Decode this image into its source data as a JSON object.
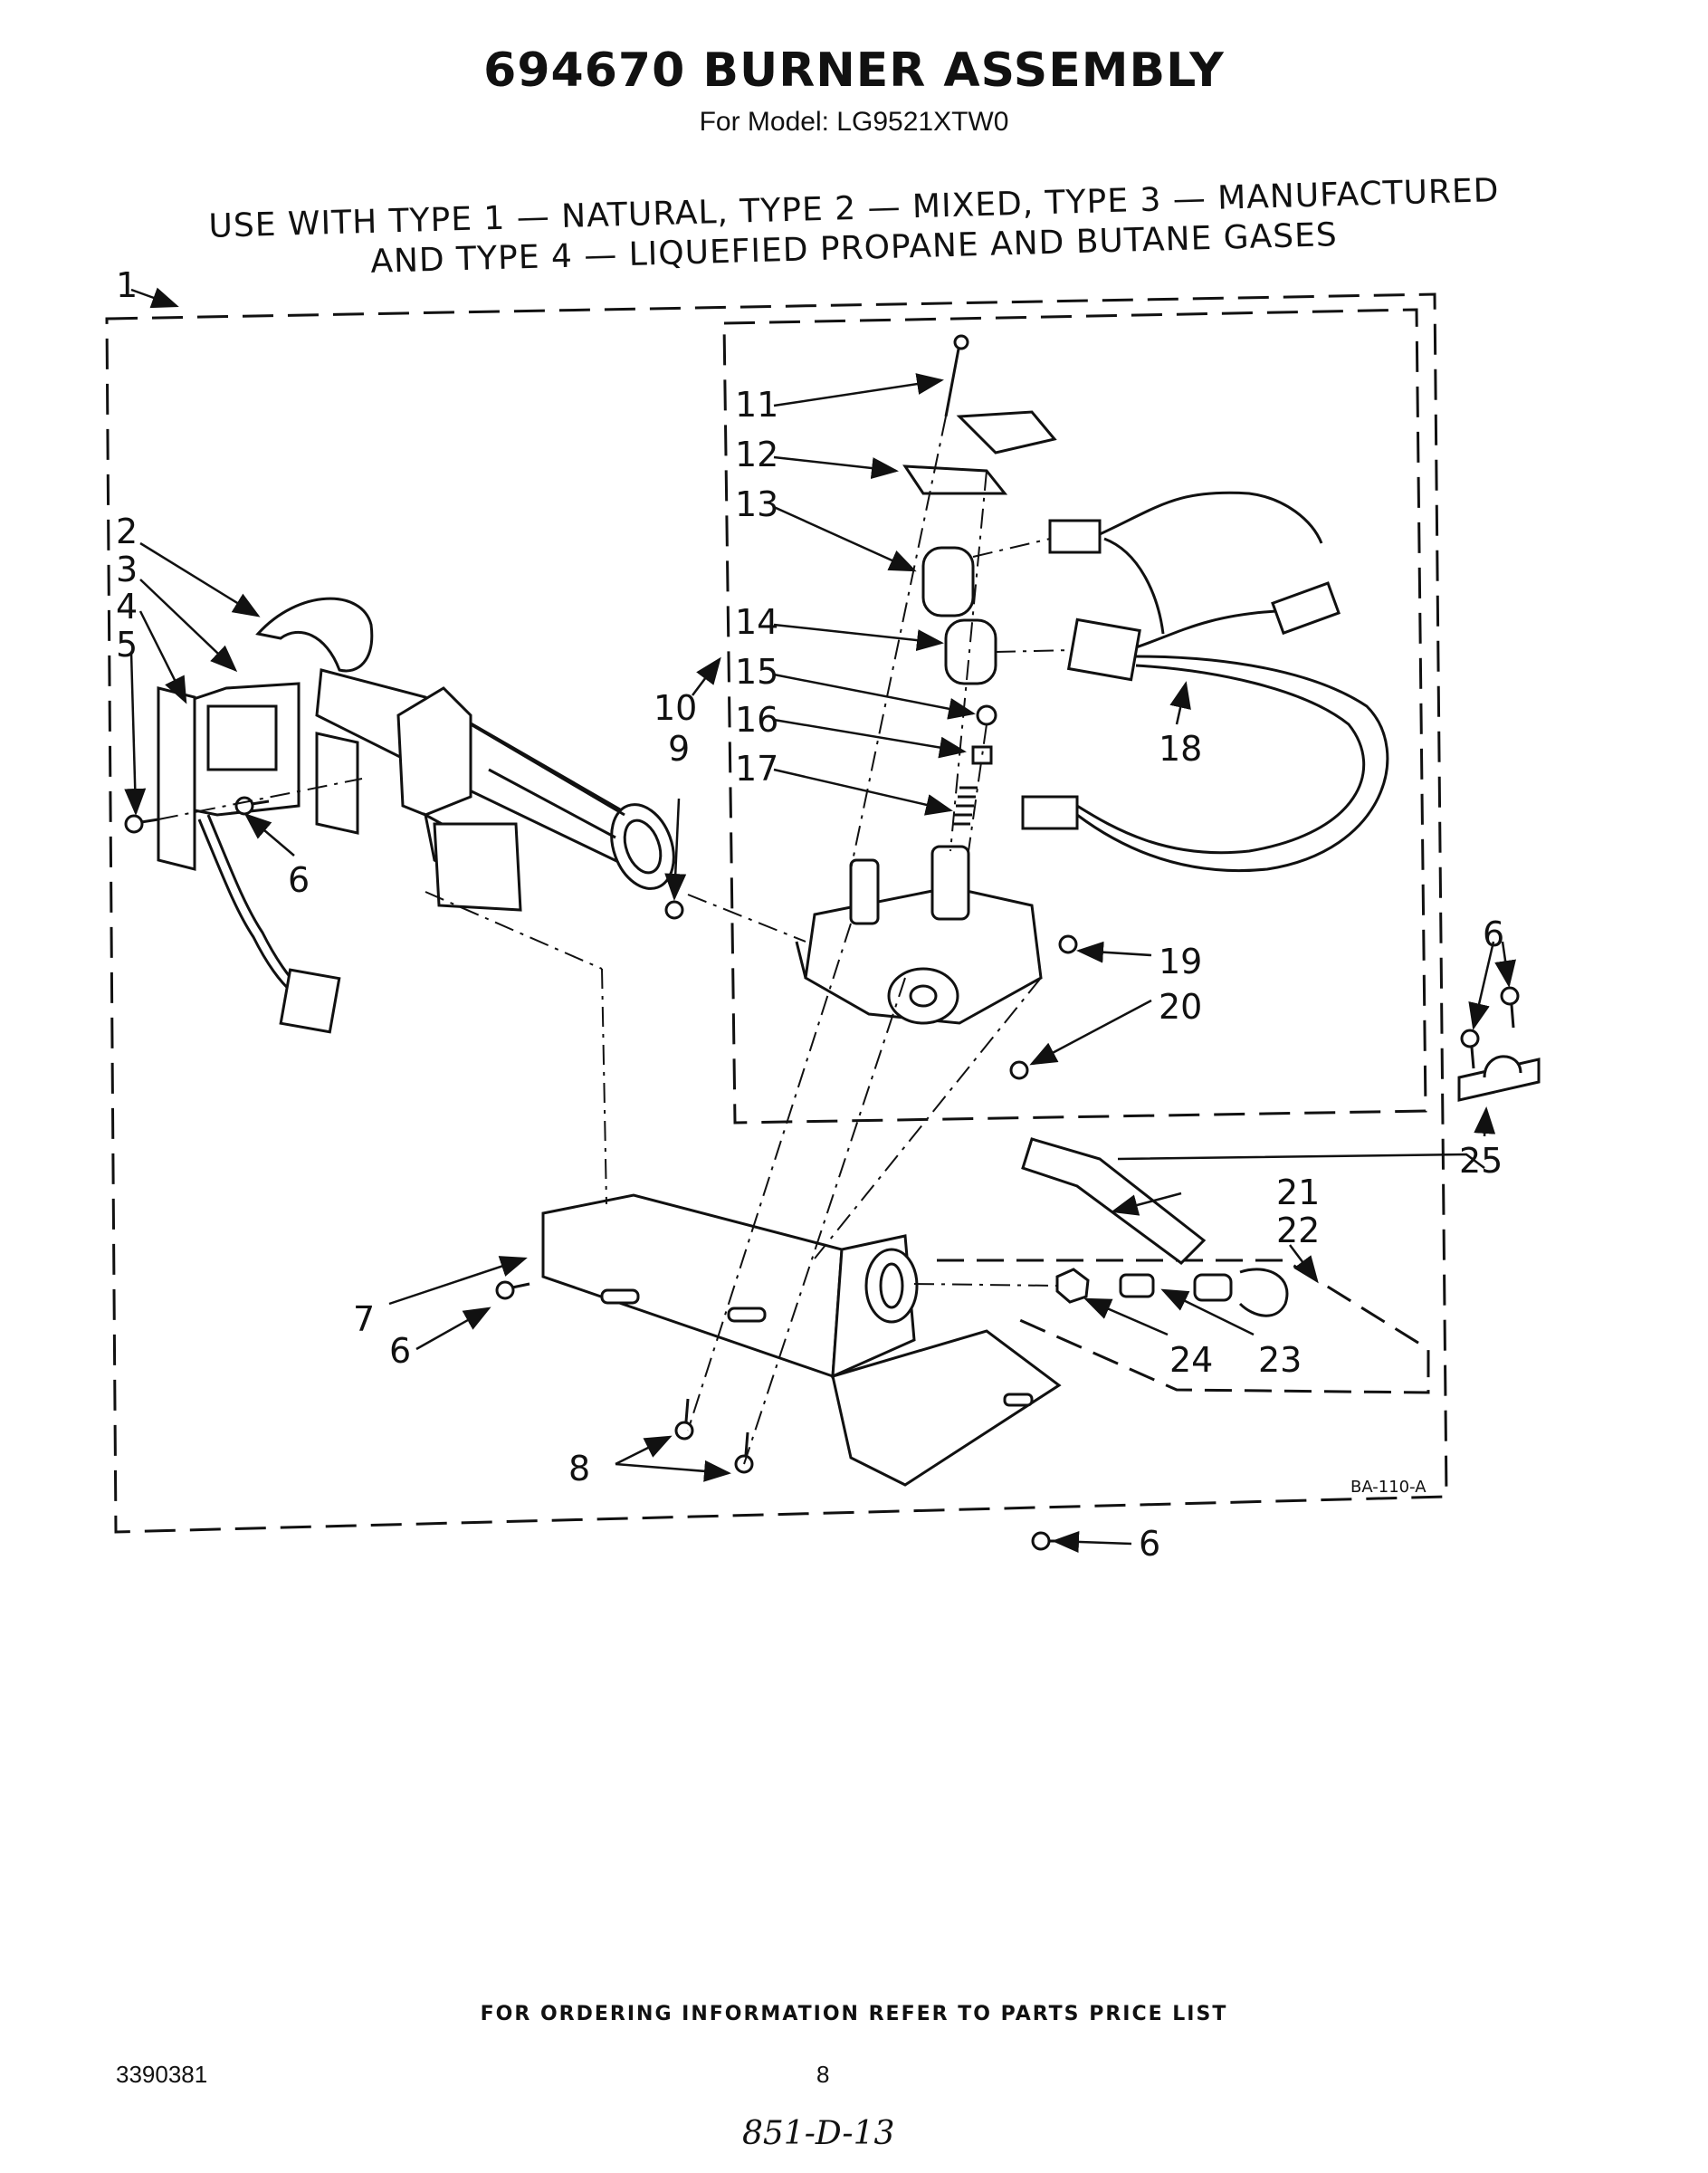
{
  "header": {
    "title": "694670 BURNER ASSEMBLY",
    "model": "For Model: LG9521XTW0",
    "gas_line1": "USE WITH TYPE 1 — NATURAL, TYPE 2 — MIXED, TYPE 3 — MANUFACTURED",
    "gas_line2": "AND TYPE 4 — LIQUEFIED PROPANE AND BUTANE GASES"
  },
  "diagram": {
    "labels": {
      "l1": "1",
      "l2": "2",
      "l3": "3",
      "l4": "4",
      "l5": "5",
      "l6": "6",
      "l7": "7",
      "l8": "8",
      "l9": "9",
      "l10": "10",
      "l11": "11",
      "l12": "12",
      "l13": "13",
      "l14": "14",
      "l15": "15",
      "l16": "16",
      "l17": "17",
      "l18": "18",
      "l19": "19",
      "l20": "20",
      "l21": "21",
      "l22": "22",
      "l23": "23",
      "l24": "24",
      "l25": "25"
    },
    "ref_code": "BA-110-A"
  },
  "footer": {
    "ordering": "FOR ORDERING INFORMATION REFER TO PARTS PRICE LIST",
    "doc_number": "3390381",
    "page_number": "8",
    "handwritten": "851-D-13"
  }
}
